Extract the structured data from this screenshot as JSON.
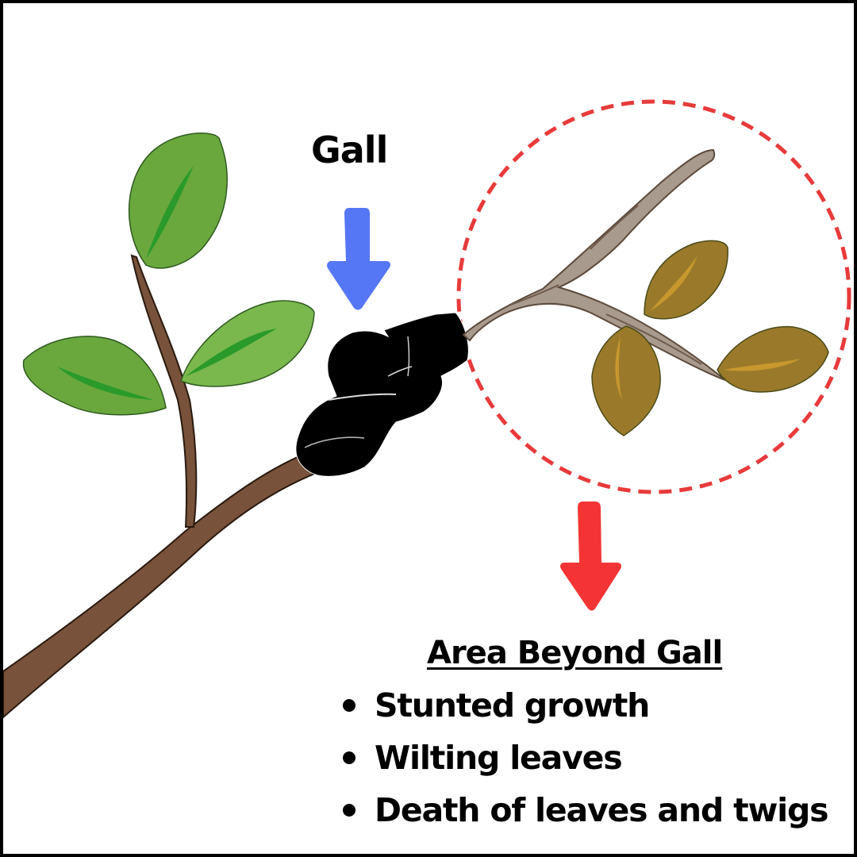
{
  "diagram": {
    "gall_label": "Gall",
    "info_title": "Area Beyond Gall",
    "effects": [
      "Stunted growth",
      "Wilting leaves",
      "Death of leaves and twigs"
    ],
    "colors": {
      "healthy_leaf": "#6aa83e",
      "healthy_leaf_vein": "#2a9a2a",
      "branch_brown": "#78523a",
      "dead_twig": "#a89a8c",
      "dead_leaf": "#9a7a2a",
      "dead_leaf_vein": "#c8982e",
      "gall": "#000000",
      "gall_arrow": "#5577f5",
      "effect_arrow": "#f43434",
      "affected_area_circle": "#e83a3a"
    },
    "icons": {
      "gall_pointer": "arrow-down-blue",
      "effect_pointer": "arrow-down-red"
    }
  }
}
